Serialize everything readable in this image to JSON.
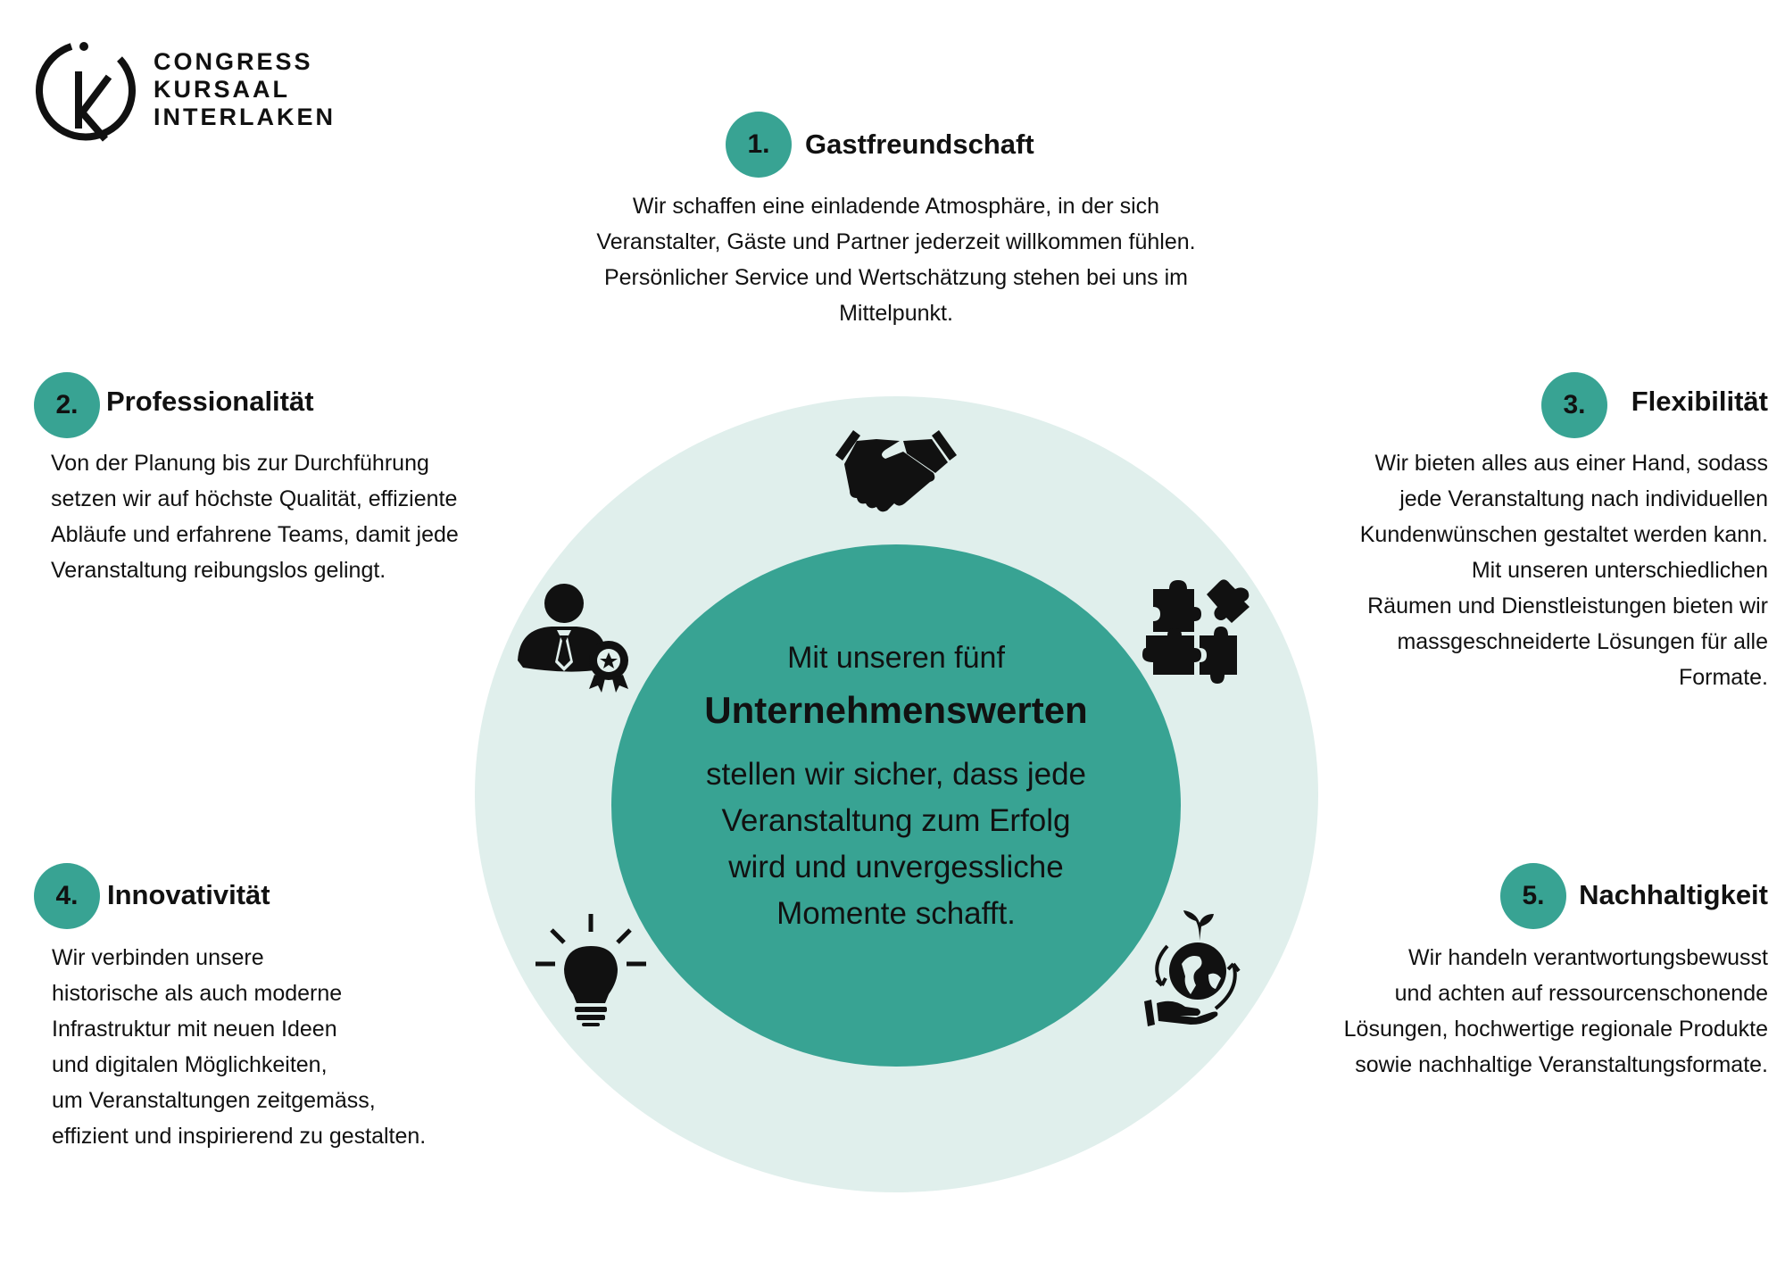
{
  "logo": {
    "lines": [
      "CONGRESS",
      "KURSAAL",
      "INTERLAKEN"
    ]
  },
  "colors": {
    "accent": "#38a393",
    "ring": "#e0efec",
    "text": "#111111"
  },
  "center": {
    "intro": "Mit unseren fünf",
    "highlight": "Unternehmenswerten",
    "lines": [
      "stellen wir sicher, dass jede",
      "Veranstaltung zum Erfolg",
      "wird und unvergessliche",
      "Momente schafft."
    ]
  },
  "values": [
    {
      "number": "1.",
      "title": "Gastfreundschaft",
      "icon": "handshake-icon",
      "text": "Wir schaffen eine einladende Atmosphäre, in der sich\nVeranstalter, Gäste und Partner jederzeit willkommen fühlen.\nPersönlicher Service und Wertschätzung stehen bei uns im\nMittelpunkt."
    },
    {
      "number": "2.",
      "title": "Professionalität",
      "icon": "professional-person-award-icon",
      "text": "Von der Planung bis zur Durchführung\nsetzen wir auf höchste Qualität, effiziente\nAbläufe und erfahrene Teams, damit jede\nVeranstaltung reibungslos gelingt."
    },
    {
      "number": "3.",
      "title": "Flexibilität",
      "icon": "puzzle-icon",
      "text": "Wir bieten alles aus einer Hand, sodass\njede Veranstaltung nach individuellen\nKundenwünschen gestaltet werden kann.\nMit unseren unterschiedlichen\nRäumen und Dienstleistungen bieten wir\nmassgeschneiderte Lösungen für alle\nFormate."
    },
    {
      "number": "4.",
      "title": "Innovativität",
      "icon": "lightbulb-icon",
      "text": "Wir verbinden unsere\nhistorische als auch moderne\nInfrastruktur mit neuen Ideen\nund digitalen Möglichkeiten,\num Veranstaltungen zeitgemäss,\neffizient und inspirierend zu gestalten."
    },
    {
      "number": "5.",
      "title": "Nachhaltigkeit",
      "icon": "earth-hand-recycle-icon",
      "text": "Wir handeln verantwortungsbewusst\nund achten auf ressourcenschonende\nLösungen, hochwertige regionale Produkte\nsowie nachhaltige Veranstaltungsformate."
    }
  ]
}
